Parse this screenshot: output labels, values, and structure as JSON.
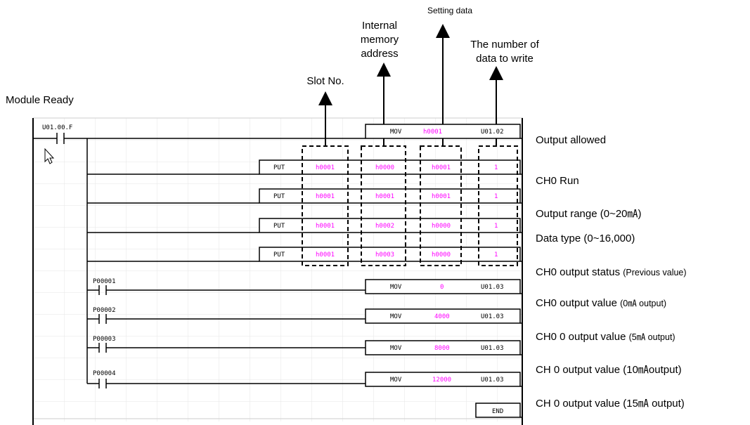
{
  "title": "Module Ready",
  "headers": {
    "slot": "Slot No.",
    "internal": [
      "Internal",
      "memory",
      "address"
    ],
    "setting": "Setting data",
    "number": [
      "The number of",
      "data to write"
    ]
  },
  "right_labels": [
    {
      "text": "Output allowed",
      "note": ""
    },
    {
      "text": "CH0 Run",
      "note": ""
    },
    {
      "text": "Output range (0~20㎃)",
      "note": ""
    },
    {
      "text": "Data type (0~16,000)",
      "note": ""
    },
    {
      "text": "CH0 output status ",
      "note": "(Previous value)"
    },
    {
      "text": "CH0 output value ",
      "note": "(0㎃ output)"
    },
    {
      "text": "CH0 0 output value ",
      "note": "(5㎃ output)"
    },
    {
      "text": "CH 0 output value (10㎃output)",
      "note": ""
    },
    {
      "text": "CH 0 output value (15㎃ output)",
      "note": ""
    }
  ],
  "ladder": {
    "module_contact": "U01.00.F",
    "mov_main": {
      "op": "MOV",
      "src": "h0001",
      "dst": "U01.02"
    },
    "puts": [
      {
        "op": "PUT",
        "slot": "h0001",
        "addr": "h0000",
        "data": "h0001",
        "count": "1"
      },
      {
        "op": "PUT",
        "slot": "h0001",
        "addr": "h0001",
        "data": "h0001",
        "count": "1"
      },
      {
        "op": "PUT",
        "slot": "h0001",
        "addr": "h0002",
        "data": "h0000",
        "count": "1"
      },
      {
        "op": "PUT",
        "slot": "h0001",
        "addr": "h0003",
        "data": "h0000",
        "count": "1"
      }
    ],
    "rungs": [
      {
        "contact": "P00001",
        "op": "MOV",
        "src": "0",
        "dst": "U01.03"
      },
      {
        "contact": "P00002",
        "op": "MOV",
        "src": "4000",
        "dst": "U01.03"
      },
      {
        "contact": "P00003",
        "op": "MOV",
        "src": "8000",
        "dst": "U01.03"
      },
      {
        "contact": "P00004",
        "op": "MOV",
        "src": "12000",
        "dst": "U01.03"
      }
    ],
    "end_label": "END"
  },
  "colors": {
    "value": "#ff00ff",
    "grid": "#e6e6e6",
    "line": "#000000"
  },
  "icons": [
    "mouse-cursor-icon",
    "up-arrow-icon",
    "nc-contact-icon"
  ]
}
